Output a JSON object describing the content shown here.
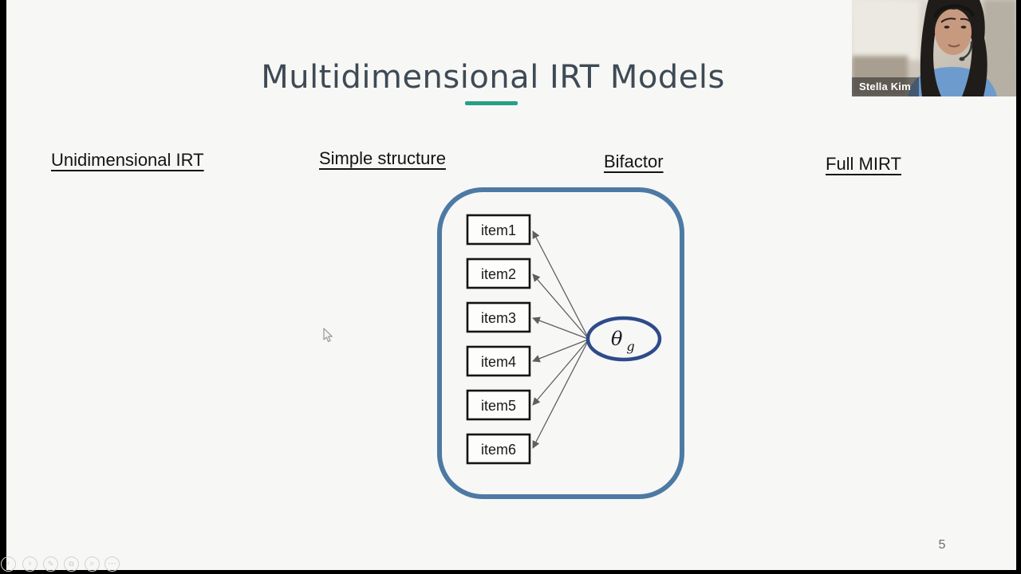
{
  "slide": {
    "title": "Multidimensional IRT Models",
    "page_number": "5",
    "model_types": [
      {
        "label": "Unidimensional IRT"
      },
      {
        "label": "Simple structure"
      },
      {
        "label": "Bifactor"
      },
      {
        "label": "Full MIRT"
      }
    ],
    "diagram": {
      "items": [
        "item1",
        "item2",
        "item3",
        "item4",
        "item5",
        "item6"
      ],
      "latent_variable": "θ",
      "latent_variable_subscript": "g"
    },
    "colors": {
      "title_text": "#3e4a54",
      "title_underline": "#27a083",
      "diagram_frame": "#4d7aa4",
      "latent_ellipse_border": "#2e4b8a",
      "arrow": "#5f5f5f"
    }
  },
  "webcam": {
    "participant_name": "Stella Kim"
  },
  "presenter_toolbar": {
    "buttons": [
      {
        "label": "previous slide",
        "glyph": "‹"
      },
      {
        "label": "next slide",
        "glyph": "›"
      },
      {
        "label": "pen tools",
        "glyph": "✎"
      },
      {
        "label": "see all slides",
        "glyph": "⧉"
      },
      {
        "label": "zoom into slide",
        "glyph": "⌕"
      },
      {
        "label": "more options",
        "glyph": "⋯"
      }
    ]
  }
}
